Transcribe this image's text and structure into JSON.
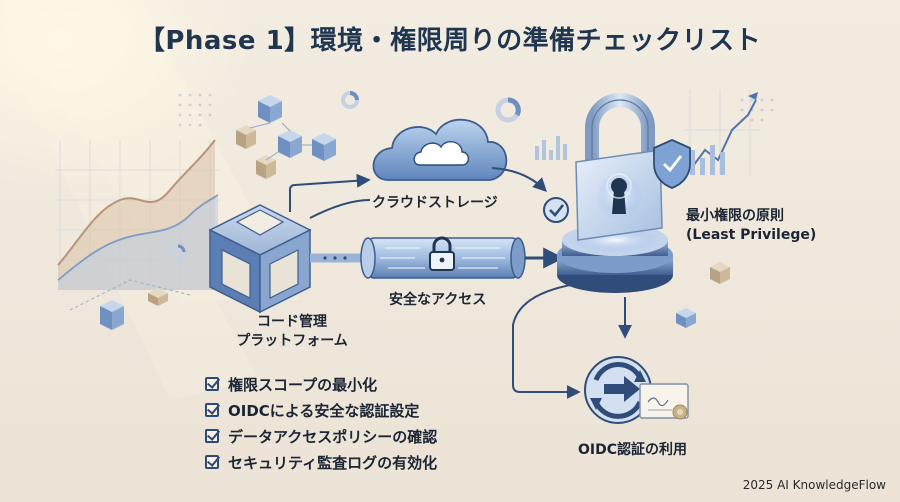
{
  "title": "【Phase 1】環境・権限周りの準備チェックリスト",
  "labels": {
    "cloud_storage": "クラウドストレージ",
    "secure_access": "安全なアクセス",
    "platform_line1": "コード管理",
    "platform_line2": "プラットフォーム",
    "least_line1": "最小権限の原則",
    "least_line2": "(Least Privilege)",
    "oidc_usage": "OIDC認証の利用"
  },
  "checklist": [
    "権限スコープの最小化",
    "OIDCによる安全な認証設定",
    "データアクセスポリシーの確認",
    "セキュリティ監査ログの有効化"
  ],
  "credit": "2025 AI KnowledgeFlow",
  "colors": {
    "navy": "#1f3550",
    "accent_blue": "#4b74ad",
    "light_blue": "#a9c1e2",
    "background": "#f3ece1"
  }
}
